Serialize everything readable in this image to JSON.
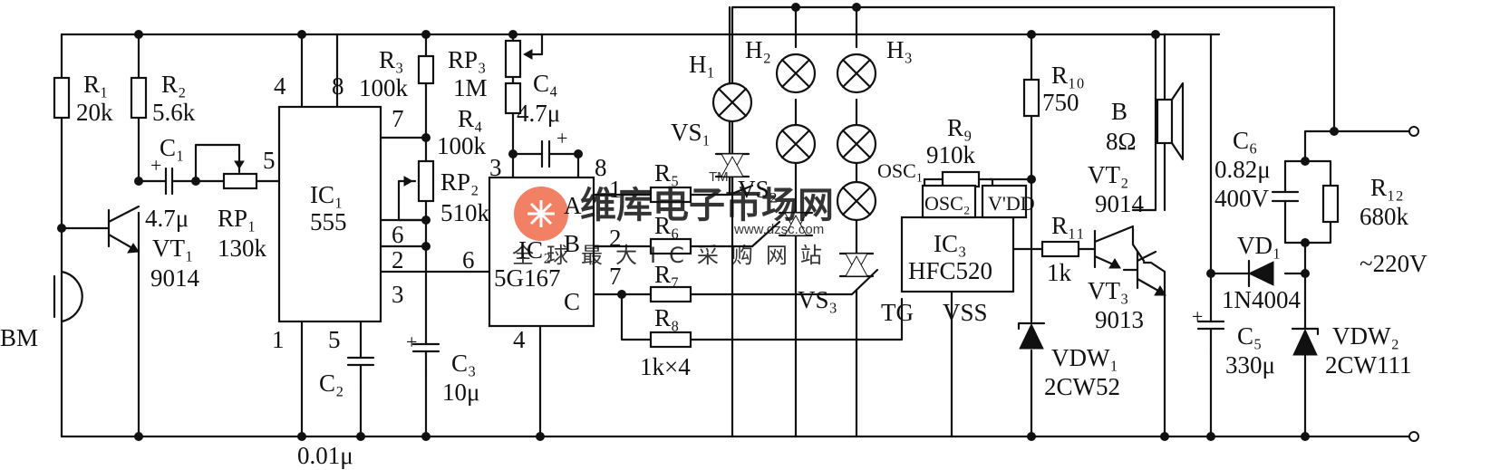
{
  "colors": {
    "ink": "#111111",
    "paper": "#ffffff",
    "watermark": "#ef6a4a"
  },
  "labels": {
    "bm": "BM",
    "r1_name": "R₁",
    "r1_val": "20k",
    "r2_name": "R₂",
    "r2_val": "5.6k",
    "c1_name": "C₁",
    "c1_val": "4.7μ",
    "rp1_name": "RP₁",
    "rp1_val": "130k",
    "vt1_name": "VT₁",
    "vt1_val": "9014",
    "ic1_name": "IC₁",
    "ic1_type": "555",
    "c2_name": "C₂",
    "c2_val": "0.01μ",
    "r3_name": "R₃",
    "r3_val": "100k",
    "rp3_name": "RP₃",
    "rp3_val": "1M",
    "r4_name": "R₄",
    "r4_val": "100k",
    "c4_name": "C₄",
    "c4_val": "4.7μ",
    "rp2_name": "RP₂",
    "rp2_val": "510k",
    "c3_name": "C₃",
    "c3_val": "10μ",
    "ic2_name": "IC₂",
    "ic2_type": "5G167",
    "ic2_a": "A",
    "ic2_b": "B",
    "ic2_c": "C",
    "r5_name": "R₅",
    "r6_name": "R₆",
    "r7_name": "R₇",
    "r8_name": "R₈",
    "r_array_val": "1k×4",
    "h1": "H₁",
    "h2": "H₂",
    "h3": "H₃",
    "vs1": "VS₁",
    "vs2": "VS₂",
    "vs3": "VS₃",
    "r9_name": "R₉",
    "r9_val": "910k",
    "osc1": "OSC₁",
    "osc2": "OSC₂",
    "vdd": "V'DD",
    "ic3_name": "IC₃",
    "ic3_type": "HFC520",
    "tg": "TG",
    "vss": "VSS",
    "r10_name": "R₁₀",
    "r10_val": "750",
    "r11_name": "R₁₁",
    "r11_val": "1k",
    "vdw1_name": "VDW₁",
    "vdw1_val": "2CW52",
    "b_name": "B",
    "b_val": "8Ω",
    "vt2_name": "VT₂",
    "vt2_val": "9014",
    "vt3_name": "VT₃",
    "vt3_val": "9013",
    "c5_name": "C₅",
    "c5_val": "330μ",
    "c6_name": "C₆",
    "c6_val1": "0.82μ",
    "c6_val2": "400V",
    "r12_name": "R₁₂",
    "r12_val": "680k",
    "vd1_name": "VD₁",
    "vd1_val": "1N4004",
    "vdw2_name": "VDW₂",
    "vdw2_val": "2CW111",
    "ac": "~220V",
    "pin_ic1_4": "4",
    "pin_ic1_8": "8",
    "pin_ic1_5": "5",
    "pin_ic1_7": "7",
    "pin_ic1_6": "6",
    "pin_ic1_2": "2",
    "pin_ic1_3": "3",
    "pin_ic1_1": "1",
    "pin_ic1_5b": "5",
    "pin_ic2_3": "3",
    "pin_ic2_8": "8",
    "pin_ic2_1": "1",
    "pin_ic2_2": "2",
    "pin_ic2_7": "7",
    "pin_ic2_6": "6",
    "pin_ic2_4": "4"
  },
  "watermark": {
    "title": "维库电子市场网",
    "subtitle": "全球最大IC采购网站",
    "url": "www.dzsc.com",
    "tm": "TM"
  }
}
